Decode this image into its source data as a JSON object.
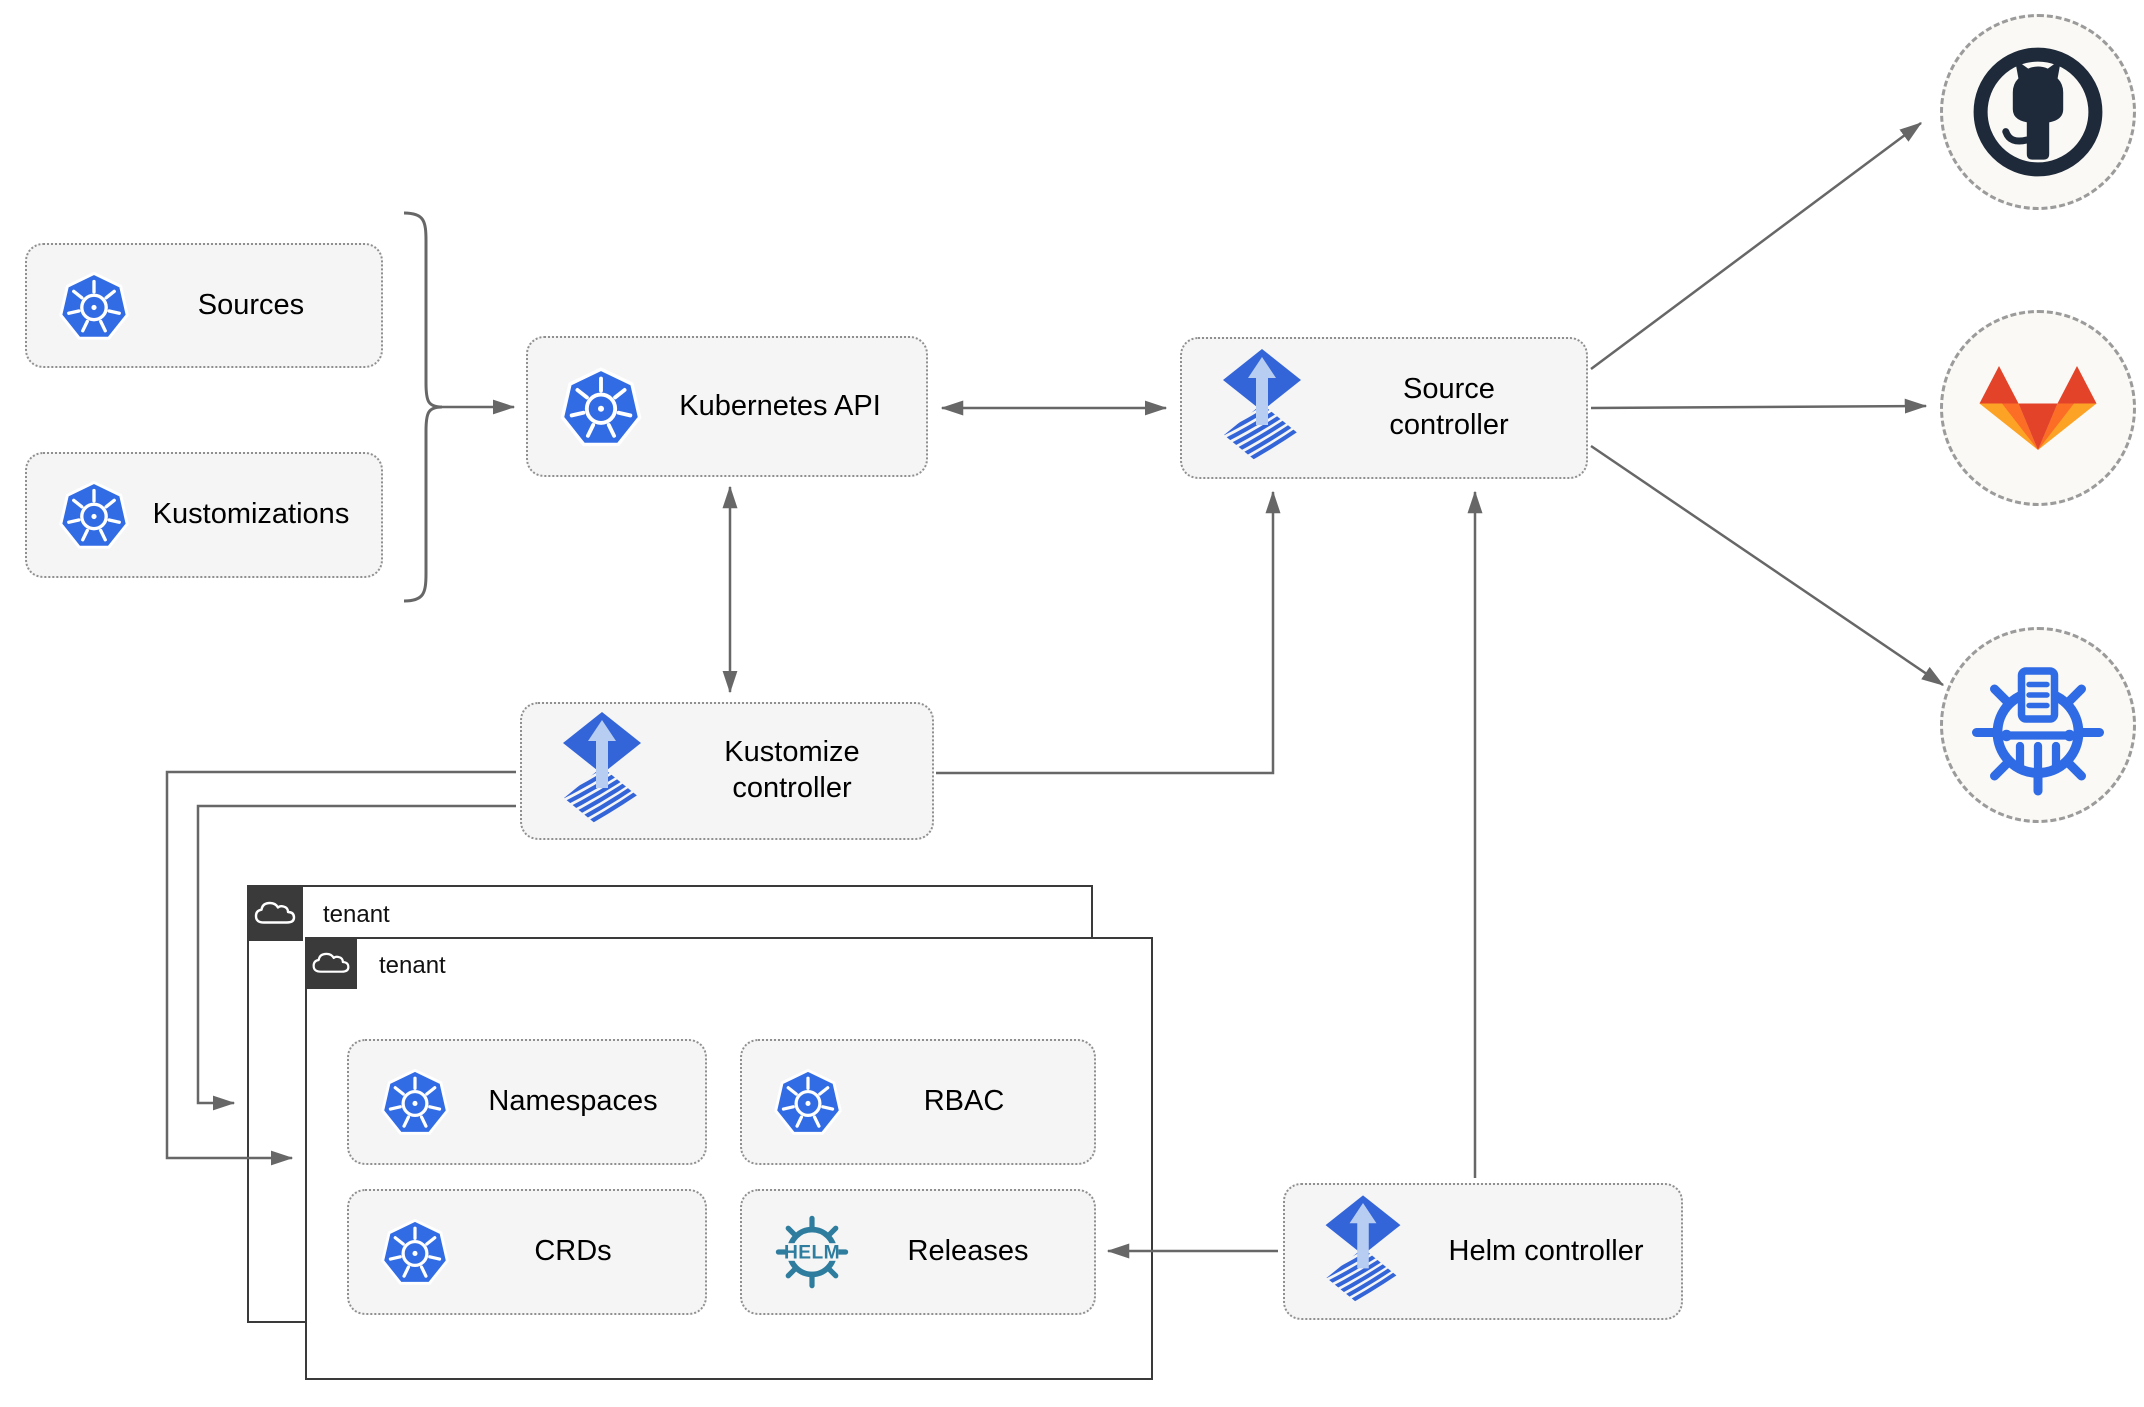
{
  "diagram": {
    "type": "flux-gitops-architecture",
    "nodes": {
      "sources": {
        "label": "Sources"
      },
      "kustomizations": {
        "label": "Kustomizations"
      },
      "kubernetes_api": {
        "label": "Kubernetes API"
      },
      "source_controller": {
        "label": "Source controller"
      },
      "kustomize_controller": {
        "label": "Kustomize controller"
      },
      "helm_controller": {
        "label": "Helm controller"
      },
      "namespaces": {
        "label": "Namespaces"
      },
      "rbac": {
        "label": "RBAC"
      },
      "crds": {
        "label": "CRDs"
      },
      "releases": {
        "label": "Releases"
      }
    },
    "tenants": {
      "outer": {
        "label": "tenant"
      },
      "inner": {
        "label": "tenant"
      }
    },
    "icons": {
      "kubernetes": "kubernetes-wheel-icon",
      "flux": "flux-diamond-arrow-icon",
      "helm_wheel": "helm-wheel-icon",
      "helm_text": "HELM",
      "cloud": "cloud-icon",
      "github": "github-octocat-icon",
      "gitlab": "gitlab-fox-icon",
      "chartmuseum": "chartmuseum-helm-repository-icon"
    },
    "colors": {
      "kubernetes_blue": "#326ce5",
      "flux_blue": "#3365d9",
      "flux_arrow_light": "#b8cdf2",
      "helm_teal": "#2e7d9f",
      "chartmuseum_blue": "#2f6be5",
      "github_dark": "#1e2a3a",
      "gitlab_red": "#e24329",
      "gitlab_orange": "#fc6d26",
      "gitlab_amber": "#fca326",
      "node_fill": "#f5f5f5",
      "connector_gray": "#676767",
      "tenant_border": "#3a3a3a"
    }
  }
}
